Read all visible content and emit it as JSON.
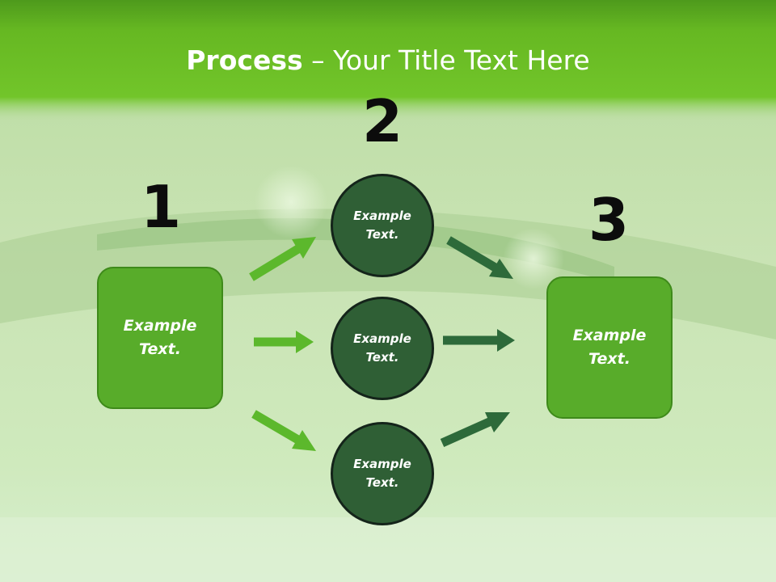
{
  "title": {
    "bold": "Process",
    "rest": " – Your Title Text Here"
  },
  "numbers": [
    "1",
    "2",
    "3"
  ],
  "left_box": {
    "line1": "Example",
    "line2": "Text."
  },
  "right_box": {
    "line1": "Example",
    "line2": "Text."
  },
  "circles": [
    {
      "line1": "Example",
      "line2": "Text."
    },
    {
      "line1": "Example",
      "line2": "Text."
    },
    {
      "line1": "Example",
      "line2": "Text."
    }
  ],
  "colors": {
    "title_bar": "#6cbf22",
    "box_fill": "#58ac2a",
    "circle_fill": "#2f5f35",
    "arrow_light": "#5cb82c",
    "arrow_dark": "#2d6a3a"
  }
}
